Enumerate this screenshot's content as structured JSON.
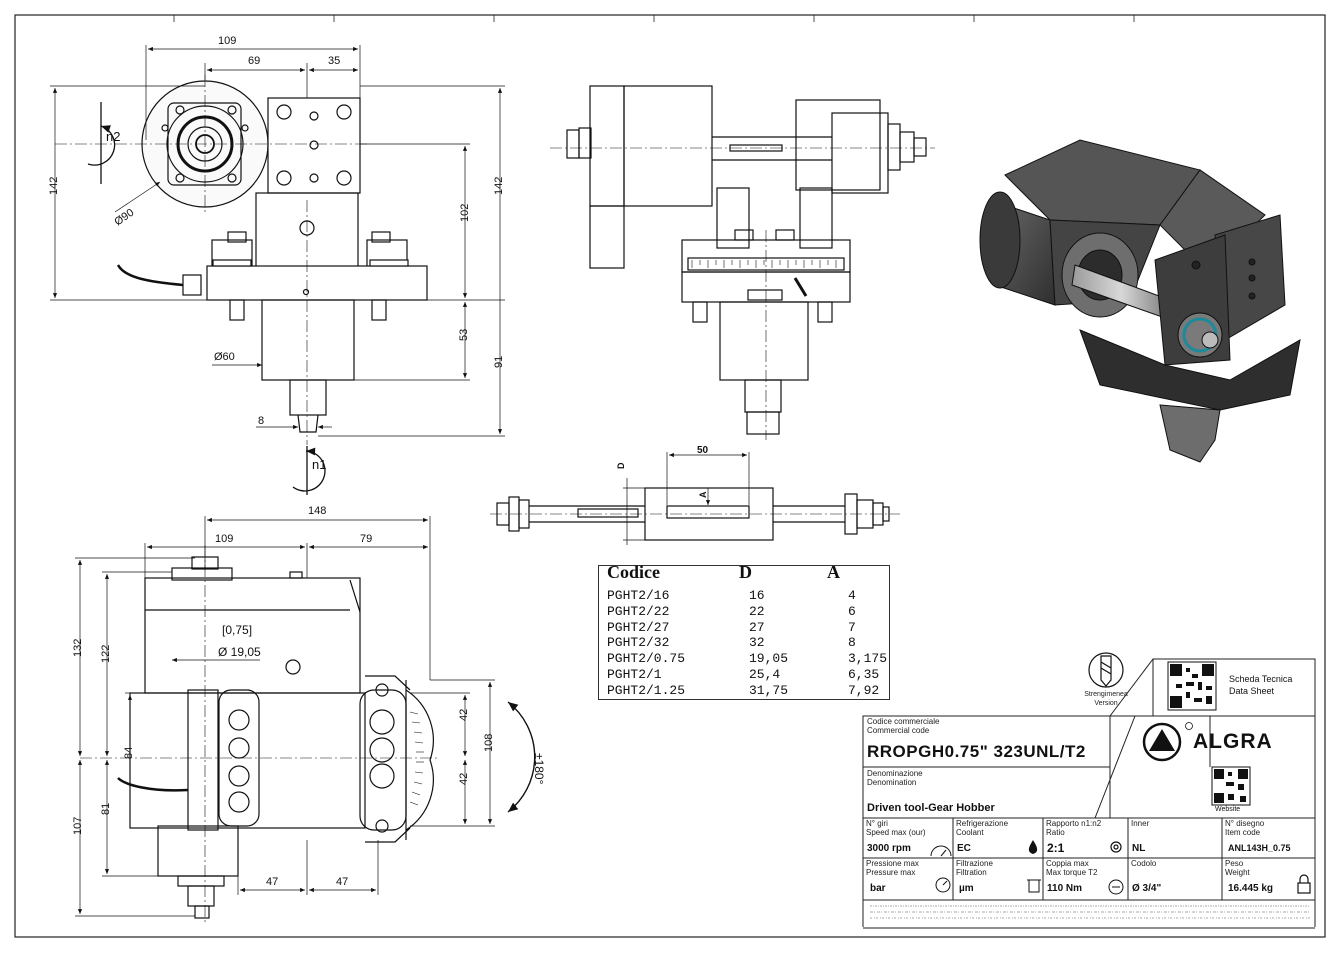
{
  "views": {
    "top_left": {
      "dims": {
        "w109": "109",
        "w69": "69",
        "w35": "35",
        "h142_left": "142",
        "h142_right": "142",
        "h102": "102",
        "h53": "53",
        "h91": "91",
        "d90": "Ø90",
        "d60": "Ø60",
        "w8": "8",
        "n2": "n2",
        "n1": "n1"
      }
    },
    "shaft": {
      "dims": {
        "w50": "50",
        "D": "D",
        "A": "A"
      }
    },
    "bottom_left": {
      "dims": {
        "w148": "148",
        "w109": "109",
        "w79": "79",
        "h132": "132",
        "h122": "122",
        "h84": "84",
        "h81": "81",
        "h107": "107",
        "tol": "[0,75]",
        "d1905": "Ø 19,05",
        "h42a": "42",
        "h42b": "42",
        "h108": "108",
        "w47a": "47",
        "w47b": "47",
        "rot": "±180°"
      }
    }
  },
  "code_table": {
    "headers": [
      "Codice",
      "D",
      "A"
    ],
    "rows": [
      [
        "PGHT2/16",
        "16",
        "4"
      ],
      [
        "PGHT2/22",
        "22",
        "6"
      ],
      [
        "PGHT2/27",
        "27",
        "7"
      ],
      [
        "PGHT2/32",
        "32",
        "8"
      ],
      [
        "PGHT2/0.75",
        "19,05",
        "3,175"
      ],
      [
        "PGHT2/1",
        "25,4",
        "6,35"
      ],
      [
        "PGHT2/1.25",
        "31,75",
        "7,92"
      ]
    ]
  },
  "title_block": {
    "streng_label_1": "Strengimenea",
    "streng_label_2": "Version",
    "scheda_1": "Scheda Tecnica",
    "scheda_2": "Data Sheet",
    "codice_label_1": "Codice commerciale",
    "codice_label_2": "Commercial code",
    "codice_value": "RROPGH0.75\" 323UNL/T2",
    "brand": "ALGRA",
    "website_label": "Website",
    "denom_label_1": "Denominazione",
    "denom_label_2": "Denomination",
    "denom_value": "Driven tool-Gear Hobber",
    "cells": {
      "giri_l1": "N° giri",
      "giri_l2": "Speed max (our)",
      "giri_v": "3000 rpm",
      "refr_l1": "Refrigerazione",
      "refr_l2": "Coolant",
      "refr_v": "EC",
      "rapp_l1": "Rapporto n1:n2",
      "rapp_l2": "Ratio",
      "rapp_v": "2:1",
      "inner_l1": "Inner",
      "inner_v": "NL",
      "dis_l1": "N° disegno",
      "dis_l2": "Item code",
      "dis_v": "ANL143H_0.75",
      "press_l1": "Pressione max",
      "press_l2": "Pressure max",
      "press_v": "bar",
      "filt_l1": "Filtrazione",
      "filt_l2": "Filtration",
      "filt_v": "µm",
      "copp_l1": "Coppia max",
      "copp_l2": "Max torque T2",
      "copp_v": "110 Nm",
      "cod_l1": "Codolo",
      "cod_v": "Ø 3/4\"",
      "peso_l1": "Peso",
      "peso_l2": "Weight",
      "peso_v": "16.445 kg"
    }
  }
}
